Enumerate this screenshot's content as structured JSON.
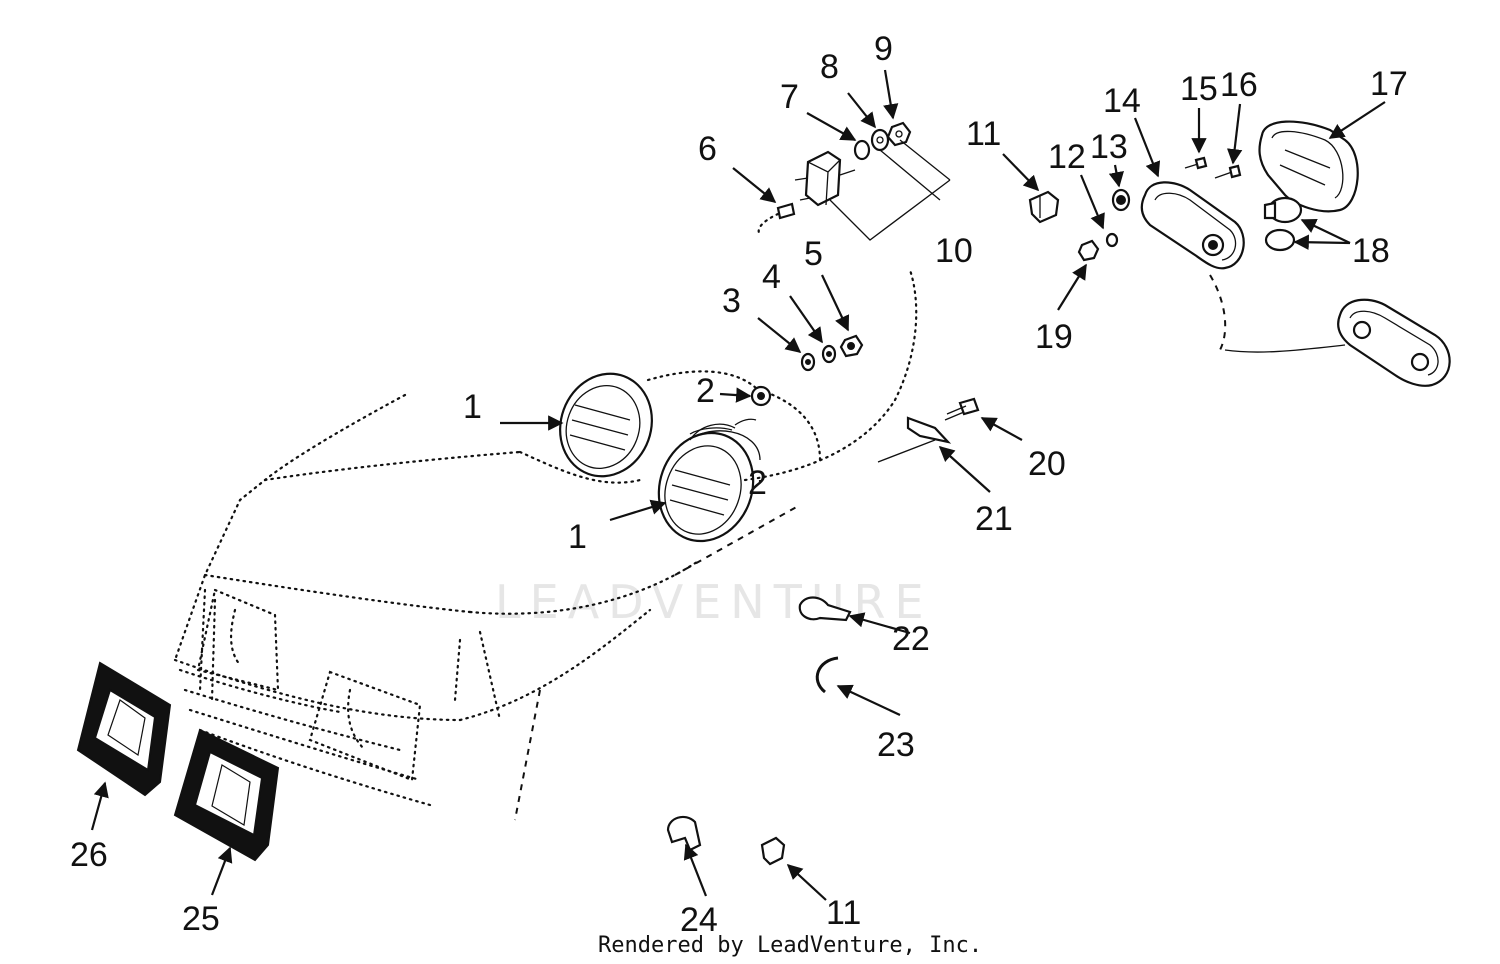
{
  "diagram": {
    "watermark": "LEADVENTURE",
    "footer": "Rendered by LeadVenture, Inc.",
    "callouts": {
      "c1a": "1",
      "c1b": "1",
      "c2a": "2",
      "c2b": "2",
      "c3": "3",
      "c4": "4",
      "c5": "5",
      "c6": "6",
      "c7": "7",
      "c8": "8",
      "c9": "9",
      "c10": "10",
      "c11a": "11",
      "c11b": "11",
      "c12": "12",
      "c13": "13",
      "c14": "14",
      "c15": "15",
      "c16": "16",
      "c17": "17",
      "c18": "18",
      "c19": "19",
      "c20": "20",
      "c21": "21",
      "c22": "22",
      "c23": "23",
      "c24": "24",
      "c25": "25",
      "c26": "26"
    }
  }
}
